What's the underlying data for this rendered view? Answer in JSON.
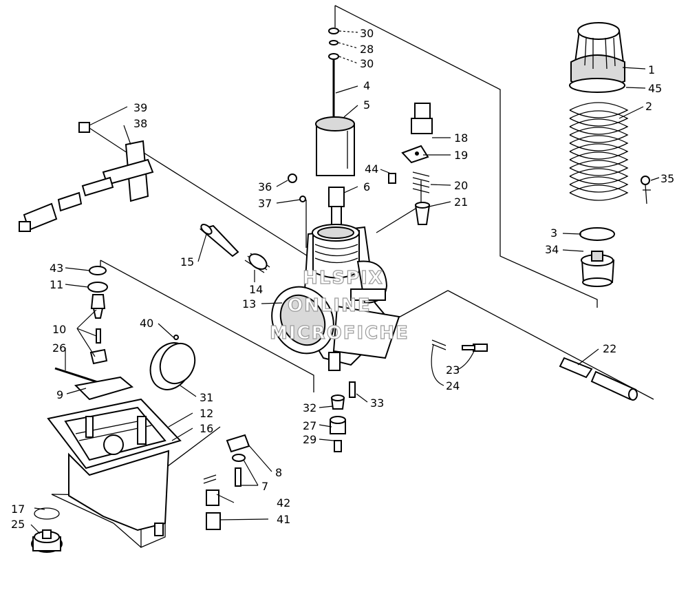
{
  "callouts": [
    "1",
    "2",
    "3",
    "4",
    "5",
    "6",
    "7",
    "8",
    "9",
    "10",
    "11",
    "12",
    "13",
    "14",
    "15",
    "16",
    "17",
    "18",
    "19",
    "20",
    "21",
    "22",
    "23",
    "24",
    "25",
    "26",
    "27",
    "28",
    "29",
    "30",
    "31",
    "32",
    "33",
    "34",
    "35",
    "36",
    "37",
    "38",
    "39",
    "40",
    "41",
    "42",
    "43",
    "44",
    "45"
  ],
  "callouts_dup": {
    "30b": "30"
  },
  "watermark": {
    "line1": "HLSPIX",
    "line2": "ONLINE",
    "line3": "MICROFICHE"
  }
}
